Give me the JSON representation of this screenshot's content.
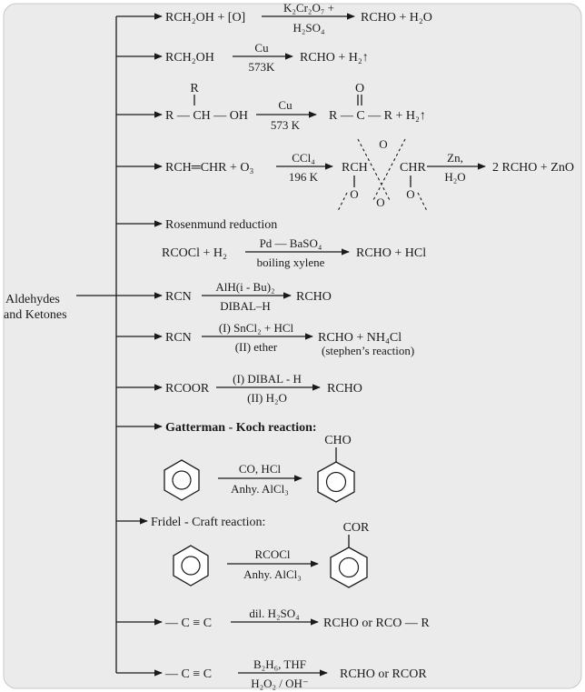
{
  "root_label": [
    "Aldehydes",
    "and Ketones"
  ],
  "reactions": [
    {
      "reactant": "RCH₂OH + [O]",
      "reagent_top": "K₂Cr₂O₇ +",
      "reagent_bottom": "H₂SO₄",
      "product": "RCHO + H₂O"
    },
    {
      "reactant": "RCH₂OH",
      "reagent_top": "Cu",
      "reagent_bottom": "573K",
      "product": "RCHO + H₂↑"
    },
    {
      "reactant": "R — CH — OH",
      "reactant_top": "R",
      "reagent_top": "Cu",
      "reagent_bottom": "573 K",
      "product": "R — C — R + H₂↑",
      "product_top": "O"
    },
    {
      "reactant": "RCH═CHR + O₃",
      "reagent_top": "CCl₄",
      "reagent_bottom": "196 K",
      "ozonide_left": "RCH",
      "ozonide_right": "CHR",
      "ozonide_o_top": "O",
      "ozonide_o_bl": "O",
      "ozonide_o_bm": "O",
      "ozonide_o_br": "O",
      "reagent2_top": "Zn,",
      "reagent2_bottom": "H₂O",
      "product": "2 RCHO + ZnO"
    },
    {
      "heading": "Rosenmund reduction",
      "reactant": "RCOCl + H₂",
      "reagent_top": "Pd — BaSO₄",
      "reagent_bottom": "boiling xylene",
      "product": "RCHO + HCl"
    },
    {
      "reactant": "RCN",
      "reagent_top": "AlH(i - Bu)₂",
      "reagent_bottom": "DIBAL–H",
      "product": "RCHO"
    },
    {
      "reactant": "RCN",
      "reagent_top": "(I) SnCl₂ + HCl",
      "reagent_bottom": "(II) ether",
      "product": "RCHO + NH₄Cl",
      "note": "(stephen’s reaction)"
    },
    {
      "reactant": "RCOOR",
      "reagent_top": "(I) DIBAL - H",
      "reagent_bottom": "(II) H₂O",
      "product": "RCHO"
    },
    {
      "heading": "Gatterman - Koch reaction:",
      "reagent_top": "CO, HCl",
      "reagent_bottom": "Anhy. AlCl₃",
      "substituent": "CHO"
    },
    {
      "heading": "Fridel - Craft reaction:",
      "reagent_top": "RCOCl",
      "reagent_bottom": "Anhy. AlCl₃",
      "substituent": "COR"
    },
    {
      "reactant": "— C ≡ C",
      "reagent_top": "dil. H₂SO₄",
      "reagent_bottom": "",
      "product": "RCHO or RCO — R"
    },
    {
      "reactant": "— C ≡ C",
      "reagent_top": "B₂H₆, THF",
      "reagent_bottom": "H₂O₂ / OH⁻",
      "product": "RCHO or RCOR"
    }
  ],
  "colors": {
    "background": "#ebebeb",
    "ink": "#1a1a1a",
    "ring_fill": "#ffffff"
  }
}
